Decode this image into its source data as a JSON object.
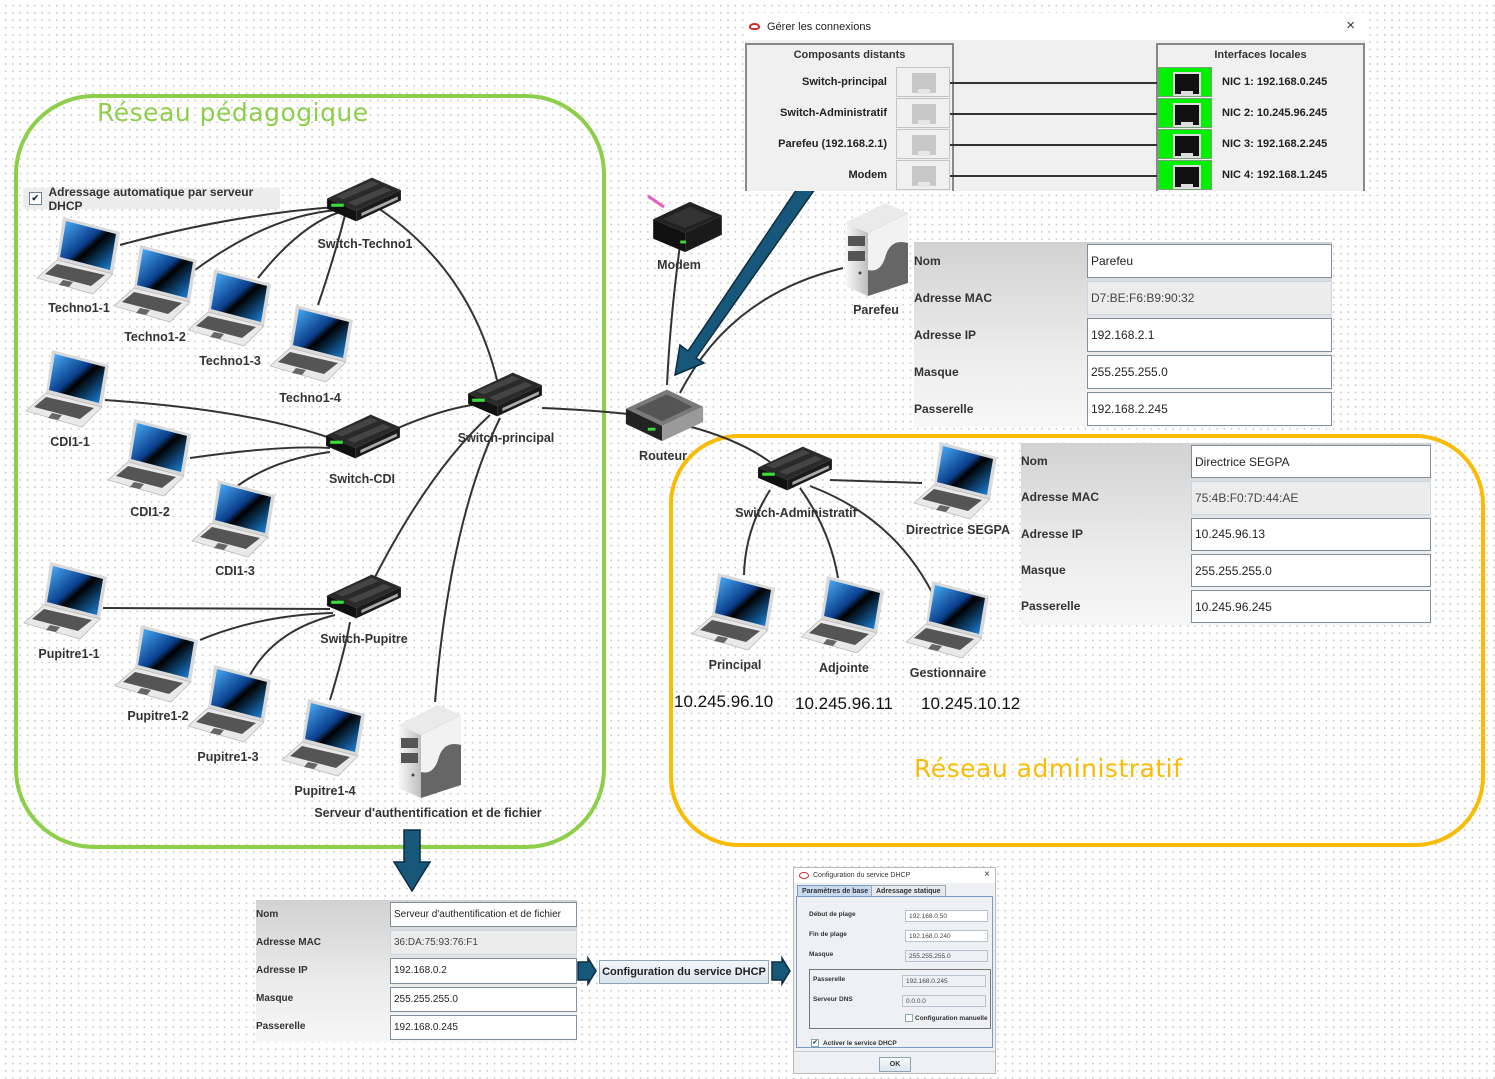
{
  "zones": {
    "pedagogique": {
      "title": "Réseau pédagogique",
      "color": "#8dce4a"
    },
    "administratif": {
      "title": "Réseau administratif",
      "color": "#f9bc06"
    }
  },
  "dhcp_checkbox": {
    "label": "Adressage automatique par serveur DHCP",
    "checked": true
  },
  "devices": {
    "switch_techno1": "Switch-Techno1",
    "switch_principal": "Switch-principal",
    "switch_cdi": "Switch-CDI",
    "switch_pupitre": "Switch-Pupitre",
    "switch_admin": "Switch-Administratif",
    "modem": "Modem",
    "routeur": "Routeur",
    "parefeu": "Parefeu",
    "serveur": "Serveur d'authentification et de fichier",
    "techno1_1": "Techno1-1",
    "techno1_2": "Techno1-2",
    "techno1_3": "Techno1-3",
    "techno1_4": "Techno1-4",
    "cdi1_1": "CDI1-1",
    "cdi1_2": "CDI1-2",
    "cdi1_3": "CDI1-3",
    "pupitre1_1": "Pupitre1-1",
    "pupitre1_2": "Pupitre1-2",
    "pupitre1_3": "Pupitre1-3",
    "pupitre1_4": "Pupitre1-4",
    "directrice": "Directrice SEGPA",
    "principal": "Principal",
    "adjointe": "Adjointe",
    "gestionnaire": "Gestionnaire"
  },
  "admin_ips": {
    "principal": "10.245.96.10",
    "adjointe": "10.245.96.11",
    "gestionnaire": "10.245.10.12"
  },
  "connections_dialog": {
    "title": "Gérer les connexions",
    "close": "×",
    "remote_header": "Composants distants",
    "local_header": "Interfaces locales",
    "rows": [
      {
        "remote": "Switch-principal",
        "local": "NIC 1: 192.168.0.245"
      },
      {
        "remote": "Switch-Administratif",
        "local": "NIC 2: 10.245.96.245"
      },
      {
        "remote": "Parefeu (192.168.2.1)",
        "local": "NIC 3: 192.168.2.245"
      },
      {
        "remote": "Modem",
        "local": "NIC 4: 192.168.1.245"
      }
    ]
  },
  "props_labels": {
    "nom": "Nom",
    "mac": "Adresse MAC",
    "ip": "Adresse IP",
    "masque": "Masque",
    "passerelle": "Passerelle"
  },
  "parefeu_props": {
    "nom": "Parefeu",
    "mac": "D7:BE:F6:B9:90:32",
    "ip": "192.168.2.1",
    "masque": "255.255.255.0",
    "passerelle": "192.168.2.245"
  },
  "directrice_props": {
    "nom": "Directrice SEGPA",
    "mac": "75:4B:F0:7D:44:AE",
    "ip": "10.245.96.13",
    "masque": "255.255.255.0",
    "passerelle": "10.245.96.245"
  },
  "serveur_props": {
    "nom": "Serveur d'authentification et de fichier",
    "mac": "36:DA:75:93:76:F1",
    "ip": "192.168.0.2",
    "masque": "255.255.255.0",
    "passerelle": "192.168.0.245"
  },
  "dhcp_button": "Configuration du service DHCP",
  "dhcp_dialog": {
    "title": "Configuration du service DHCP",
    "close": "×",
    "tabs": [
      "Paramètres de base",
      "Adressage statique"
    ],
    "debut_label": "Début de plage",
    "debut": "192.168.0.50",
    "fin_label": "Fin de plage",
    "fin": "192.168.0.240",
    "masque_label": "Masque",
    "masque": "255.255.255.0",
    "passerelle_label": "Passerelle",
    "passerelle": "192.168.0.245",
    "dns_label": "Serveur DNS",
    "dns": "0.0.0.0",
    "manual_label": "Configuration manuelle",
    "manual_checked": false,
    "activate_label": "Activer le service DHCP",
    "activate_checked": true,
    "ok": "OK"
  },
  "colors": {
    "arrow": "#17587a",
    "nic_active": "#00f000",
    "link": "#333333"
  }
}
